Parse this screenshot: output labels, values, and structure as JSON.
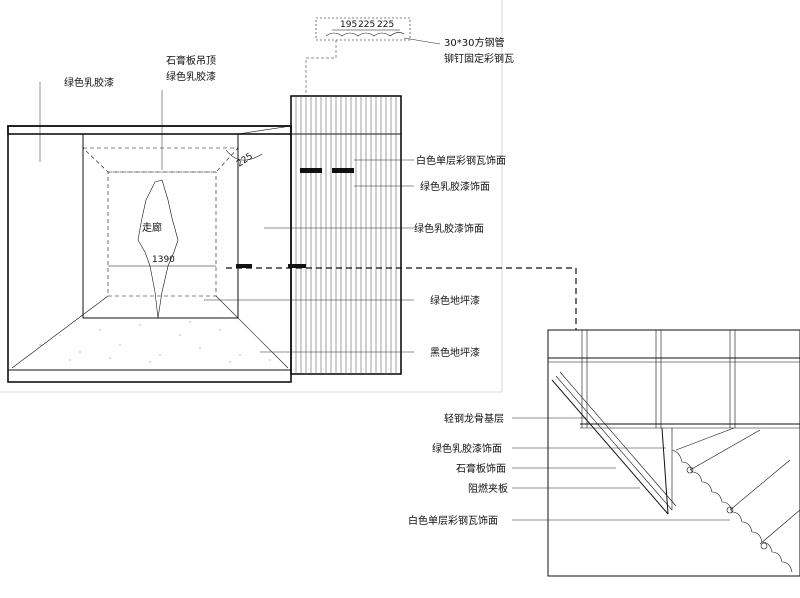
{
  "labels": {
    "top_left": "绿色乳胶漆",
    "ceiling_line1": "石膏板吊顶",
    "ceiling_line2": "绿色乳胶漆",
    "corridor": "走廊",
    "width_dim": "1390",
    "diag_dim": "225",
    "roof_dims": [
      "195",
      "225",
      "225"
    ],
    "pipe_line1": "30*30方钢管",
    "pipe_line2": "铆钉固定彩钢瓦",
    "facade_white": "白色单层彩钢瓦饰面",
    "facade_green1": "绿色乳胶漆饰面",
    "facade_green2": "绿色乳胶漆饰面",
    "floor_green": "绿色地坪漆",
    "floor_black": "黑色地坪漆",
    "detail_keel": "轻钢龙骨基层",
    "detail_green": "绿色乳胶漆饰面",
    "detail_gypsum": "石膏板饰面",
    "detail_fire": "阻燃夹板",
    "detail_white": "白色单层彩钢瓦饰面"
  },
  "colors": {
    "line": "#111111",
    "background": "#ffffff"
  }
}
